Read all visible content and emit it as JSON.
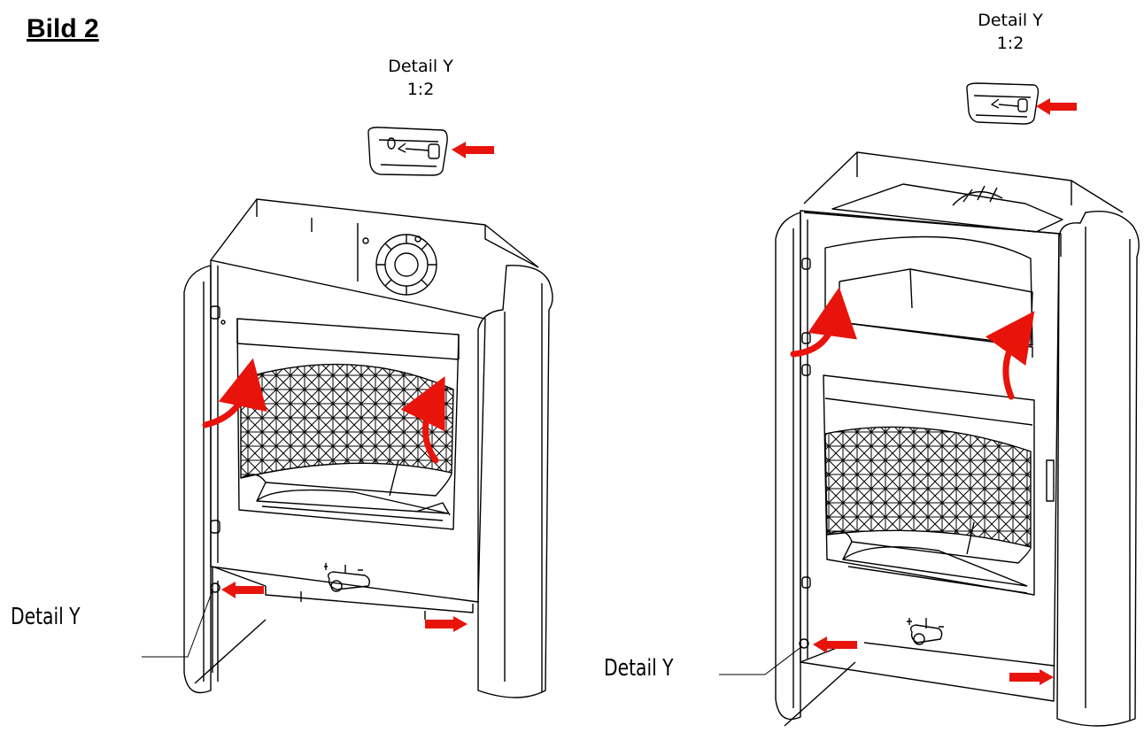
{
  "figure": {
    "title": "Bild 2",
    "left_detail": {
      "name": "Detail Y",
      "scale": "1:2"
    },
    "right_detail": {
      "name": "Detail Y",
      "scale": "1:2"
    },
    "left_callout": "Detail Y",
    "right_callout": "Detail Y"
  },
  "colors": {
    "line": "#000000",
    "arrow": "#e8140c",
    "background": "#ffffff"
  }
}
